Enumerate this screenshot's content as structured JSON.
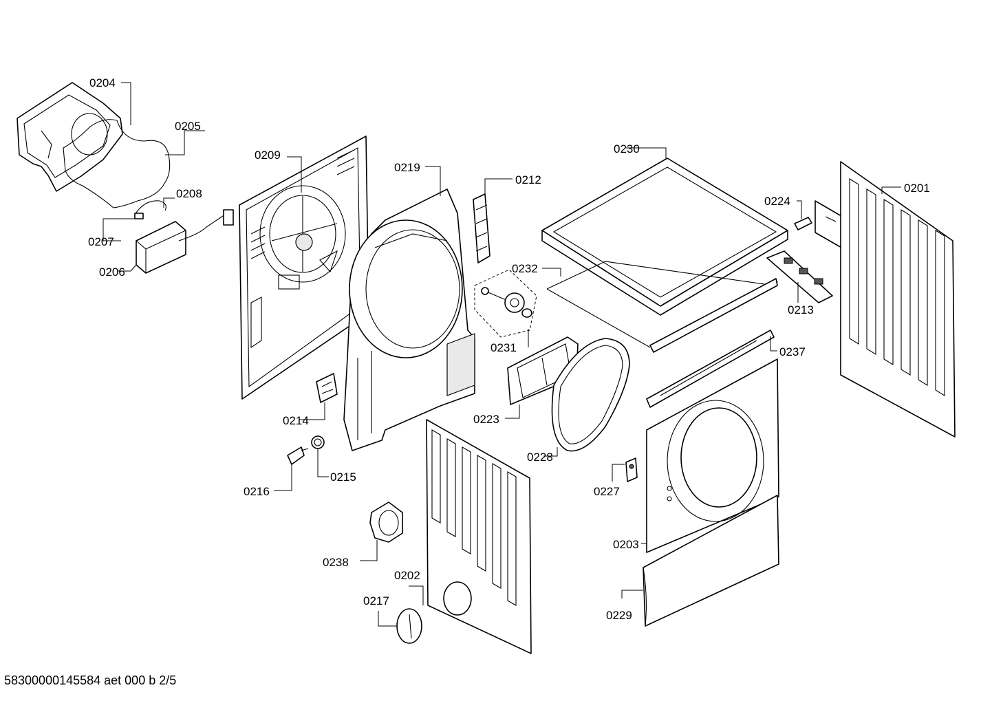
{
  "footer": {
    "document_code": "58300000145584 aet 000 b 2/5"
  },
  "callouts": {
    "c0201": "0201",
    "c0202": "0202",
    "c0203": "0203",
    "c0204": "0204",
    "c0205": "0205",
    "c0206": "0206",
    "c0207": "0207",
    "c0208": "0208",
    "c0209": "0209",
    "c0212": "0212",
    "c0213": "0213",
    "c0214": "0214",
    "c0215": "0215",
    "c0216": "0216",
    "c0217": "0217",
    "c0219": "0219",
    "c0223": "0223",
    "c0224": "0224",
    "c0227": "0227",
    "c0228": "0228",
    "c0229": "0229",
    "c0230": "0230",
    "c0231": "0231",
    "c0232": "0232",
    "c0237": "0237",
    "c0238": "0238"
  }
}
